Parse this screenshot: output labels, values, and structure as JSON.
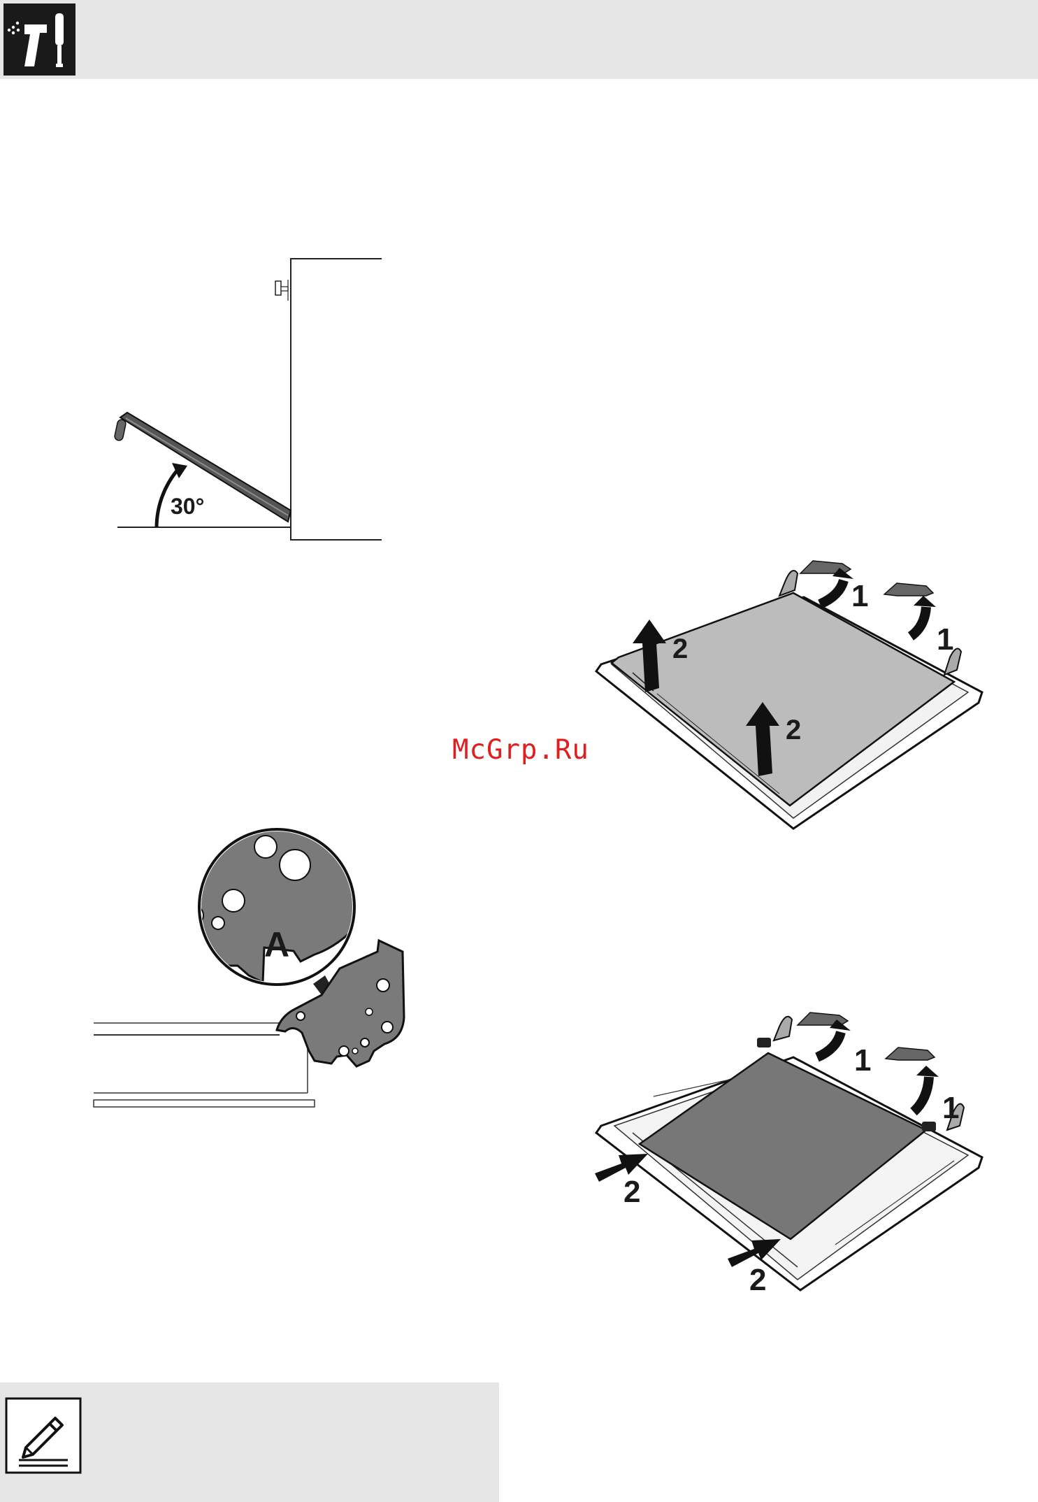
{
  "header": {
    "icon": "maintenance-spray-screwdriver-icon"
  },
  "figures": {
    "door_angle": {
      "angle_label": "30°"
    },
    "hinge": {
      "detail_label": "A"
    },
    "glass_removal": {
      "step_1": "1",
      "step_2": "2"
    },
    "glass_insert": {
      "step_1": "1",
      "step_2": "2"
    }
  },
  "watermark": {
    "text": "McGrp.Ru"
  },
  "note": {
    "icon": "pencil-note-icon"
  }
}
